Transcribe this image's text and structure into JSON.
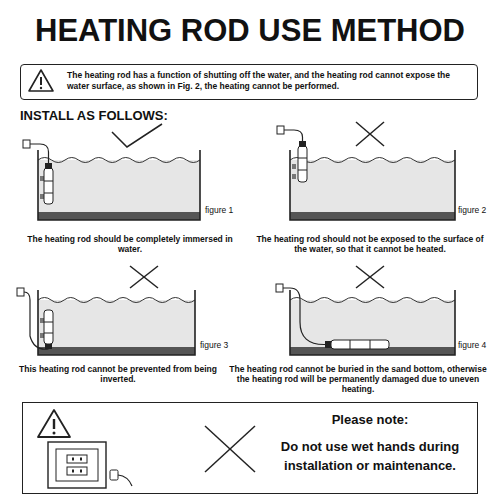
{
  "diagram": {
    "title": "HEATING ROD USE METHOD",
    "nodes": [
      {
        "text": [
          "The heating rod has a function of shutting off the water, and the heating rod cannot expose the water surface, as shown in Fig. 2, the heating cannot be performed."
        ]
      },
      {
        "text": [
          "Please note:",
          "Do not use wet hands during installation or maintenance."
        ]
      }
    ],
    "labels": [
      "INSTALL AS FOLLOWS:",
      "figure 1",
      "The heating rod should be completely immersed in water.",
      "figure 2",
      "The heating rod should not be exposed to the surface of the water, so that it cannot be heated.",
      "figure 3",
      "This heating rod cannot be prevented from being inverted.",
      "figure 4",
      "The heating rod cannot be buried in the sand bottom, otherwise the heating rod will be permanently damaged due to uneven heating."
    ]
  }
}
